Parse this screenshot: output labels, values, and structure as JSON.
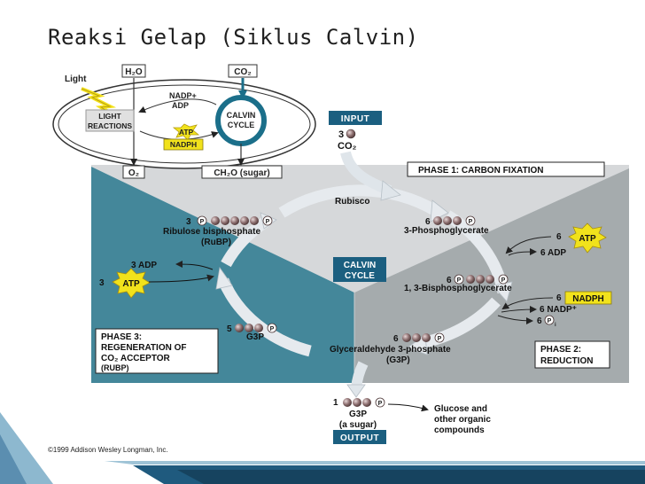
{
  "slide": {
    "title": "Reaksi Gelap (Siklus Calvin)"
  },
  "overview": {
    "light": "Light",
    "h2o": "H₂O",
    "co2": "CO₂",
    "nadp": "NADP+",
    "adp": "ADP",
    "light_reactions": [
      "LIGHT",
      "REACTIONS"
    ],
    "calvin_cycle": [
      "CALVIN",
      "CYCLE"
    ],
    "atp": "ATP",
    "nadph": "NADPH",
    "o2": "O₂",
    "sugar": "CH₂O (sugar)"
  },
  "input": {
    "label": "INPUT",
    "count": "3",
    "molecule": "CO₂"
  },
  "phases": {
    "phase1": "PHASE 1: CARBON FIXATION",
    "phase2": [
      "PHASE 2:",
      "REDUCTION"
    ],
    "phase3": [
      "PHASE 3:",
      "REGENERATION OF",
      "CO₂ ACCEPTOR",
      "(RUBP)"
    ]
  },
  "cycle": {
    "center": [
      "CALVIN",
      "CYCLE"
    ],
    "rubisco": "Rubisco",
    "rubp_count": "3",
    "rubp_name": "Ribulose bisphosphate",
    "rubp_abbr": "(RuBP)",
    "pga_count": "6",
    "pga_name": "3-Phosphoglycerate",
    "atp_in_count": "6",
    "atp": "ATP",
    "adp_out": "6 ADP",
    "bpg_count": "6",
    "bpg_name": "1, 3-Bisphosphoglycerate",
    "nadph_count": "6",
    "nadph": "NADPH",
    "nadp_out": "6 NADP⁺",
    "pi_out": "6",
    "g3p6_count": "6",
    "g3p6_name": "Glyceraldehyde 3-phosphate",
    "g3p6_abbr": "(G3P)",
    "g3p5_count": "5",
    "g3p5_name": "G3P",
    "adp_regen": "3 ADP",
    "atp_regen_count": "3",
    "p": "P",
    "pi_sub": "i"
  },
  "output": {
    "count": "1",
    "name": "G3P",
    "sub": "(a sugar)",
    "label": "OUTPUT",
    "products": [
      "Glucose and",
      "other organic",
      "compounds"
    ]
  },
  "copyright": "©1999 Addison Wesley Longman, Inc.",
  "colors": {
    "teal": "#44879a",
    "gray_panel": "#a5abad",
    "light_gray": "#d6d8da",
    "atp_yellow": "#f1e21c",
    "input_blue": "#1b5f80",
    "arrow": "#d9dfe4"
  }
}
